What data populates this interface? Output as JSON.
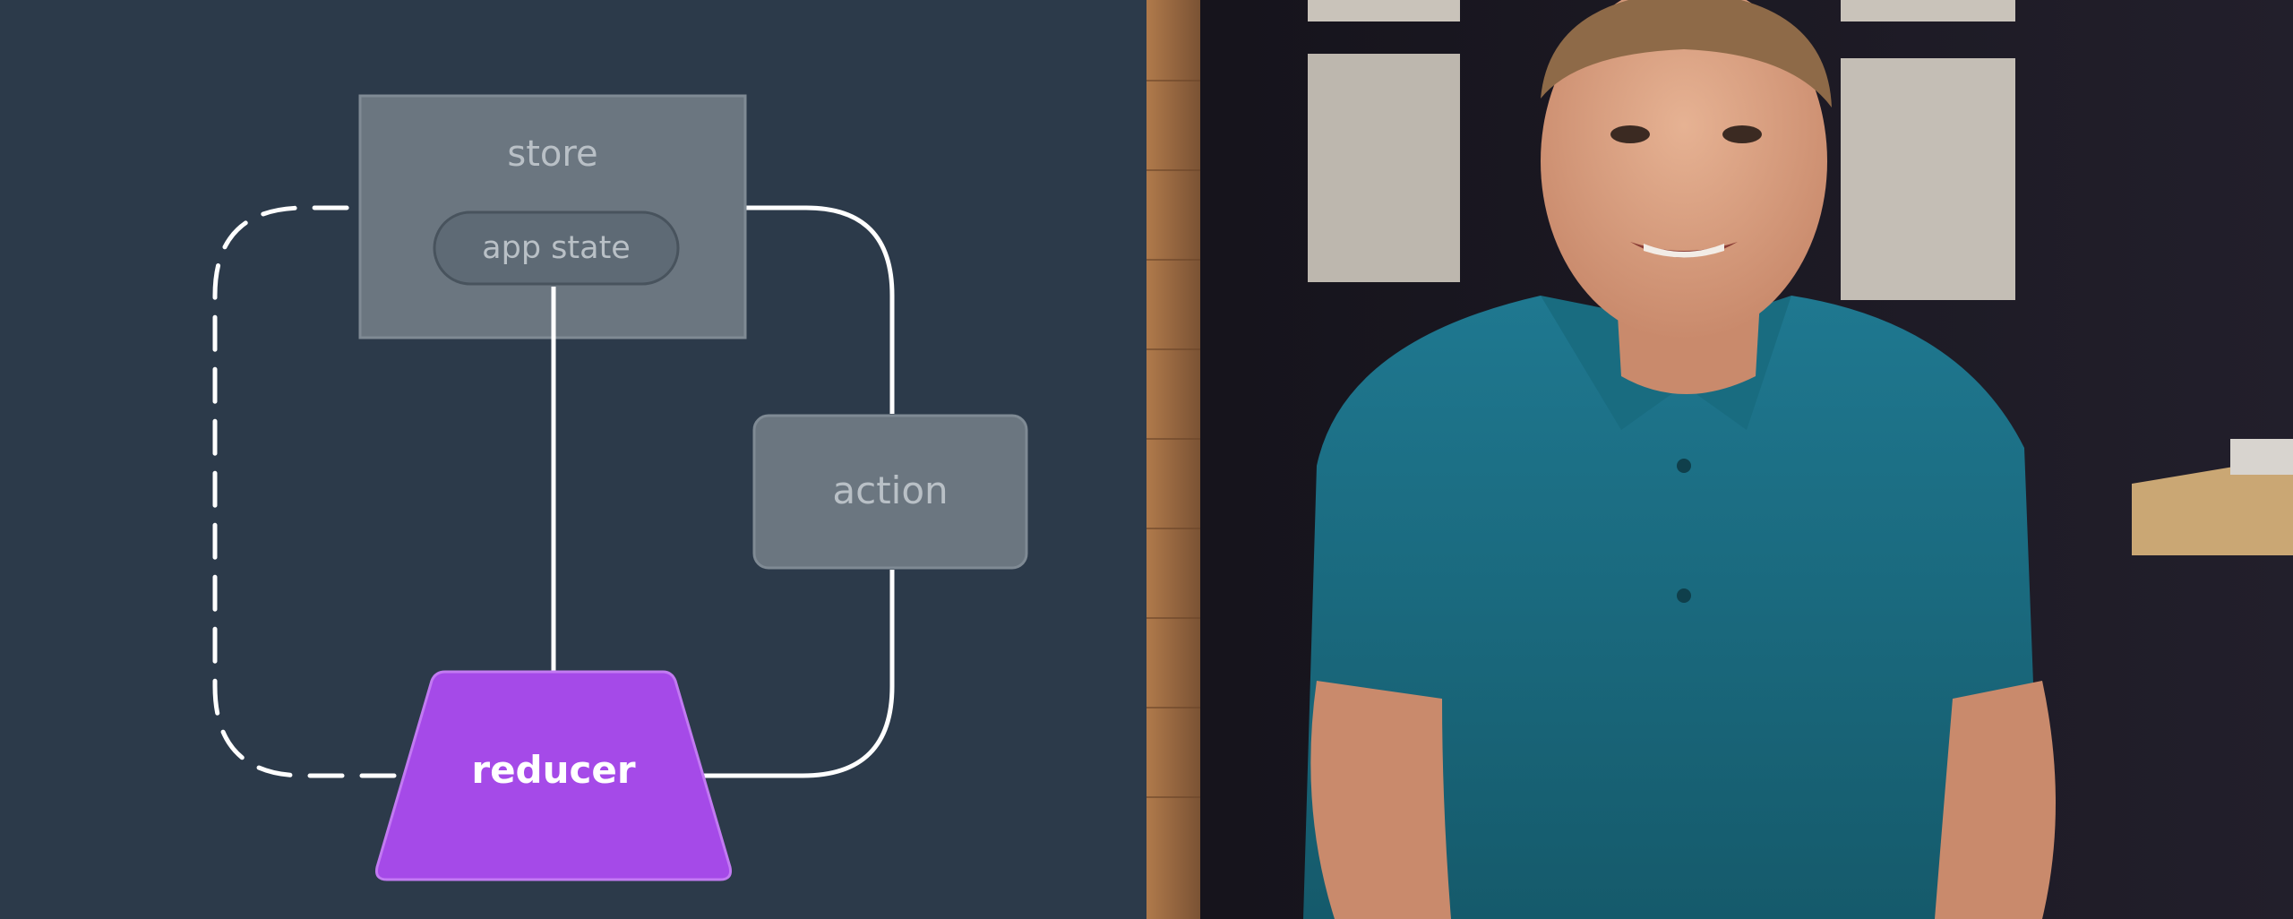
{
  "diagram": {
    "nodes": {
      "store": {
        "label": "store"
      },
      "app_state": {
        "label": "app state"
      },
      "action": {
        "label": "action"
      },
      "reducer": {
        "label": "reducer"
      }
    },
    "colors": {
      "background": "#2c3a4a",
      "box_fill": "#6b7680",
      "box_stroke": "#7f8a94",
      "pill_fill": "#5e6a75",
      "label_gray": "#b9c0c6",
      "reducer_fill": "#a54ae8",
      "reducer_stroke": "#c27af2",
      "reducer_text": "#ffffff",
      "connector": "#ffffff"
    }
  },
  "video": {
    "subject": "presenter",
    "colors": {
      "wall": "#1c1a24",
      "brick": "#9a6a43",
      "shirt": "#1c6d82",
      "skin": "#d89c7e",
      "hair": "#8e6a48",
      "desk": "#caa774"
    }
  }
}
